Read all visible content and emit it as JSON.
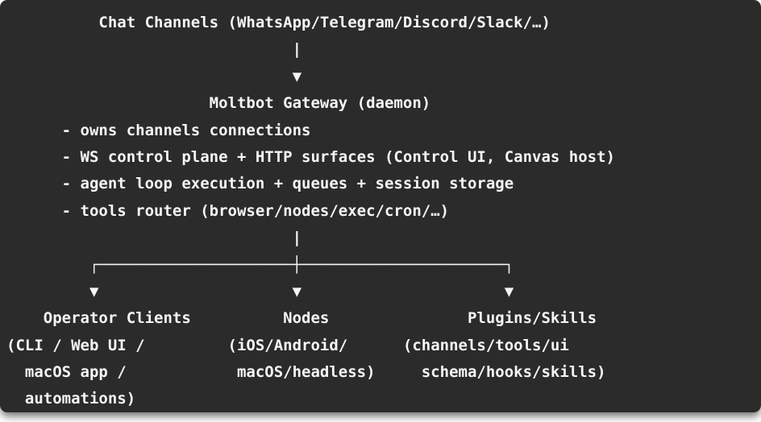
{
  "colors": {
    "panel_background": "#2b2b2b",
    "text": "#f5f5f5",
    "page_background": "#ffffff"
  },
  "diagram": {
    "top_node": "Chat Channels (WhatsApp/Telegram/Discord/Slack/…)",
    "gateway_node": "Moltbot Gateway (daemon)",
    "gateway_bullets": [
      "- owns channels connections",
      "- WS control plane + HTTP surfaces (Control UI, Canvas host)",
      "- agent loop execution + queues + session storage",
      "- tools router (browser/nodes/exec/cron/…)"
    ],
    "branches": [
      {
        "title": "Operator Clients",
        "detail": "(CLI / Web UI / macOS app / automations)"
      },
      {
        "title": "Nodes",
        "detail": "(iOS/Android/ macOS/headless)"
      },
      {
        "title": "Plugins/Skills",
        "detail": "(channels/tools/ui schema/hooks/skills)"
      }
    ],
    "lines": [
      "          Chat Channels (WhatsApp/Telegram/Discord/Slack/…)",
      "                               |",
      "                               ▼",
      "                      Moltbot Gateway (daemon)",
      "      - owns channels connections",
      "      - WS control plane + HTTP surfaces (Control UI, Canvas host)",
      "      - agent loop execution + queues + session storage",
      "      - tools router (browser/nodes/exec/cron/…)",
      "                               |",
      "         ┌─────────────────────┼──────────────────────┐",
      "         ▼                     ▼                      ▼",
      "    Operator Clients          Nodes               Plugins/Skills",
      "(CLI / Web UI /         (iOS/Android/      (channels/tools/ui",
      "  macOS app /            macOS/headless)     schema/hooks/skills)",
      "  automations)"
    ]
  }
}
